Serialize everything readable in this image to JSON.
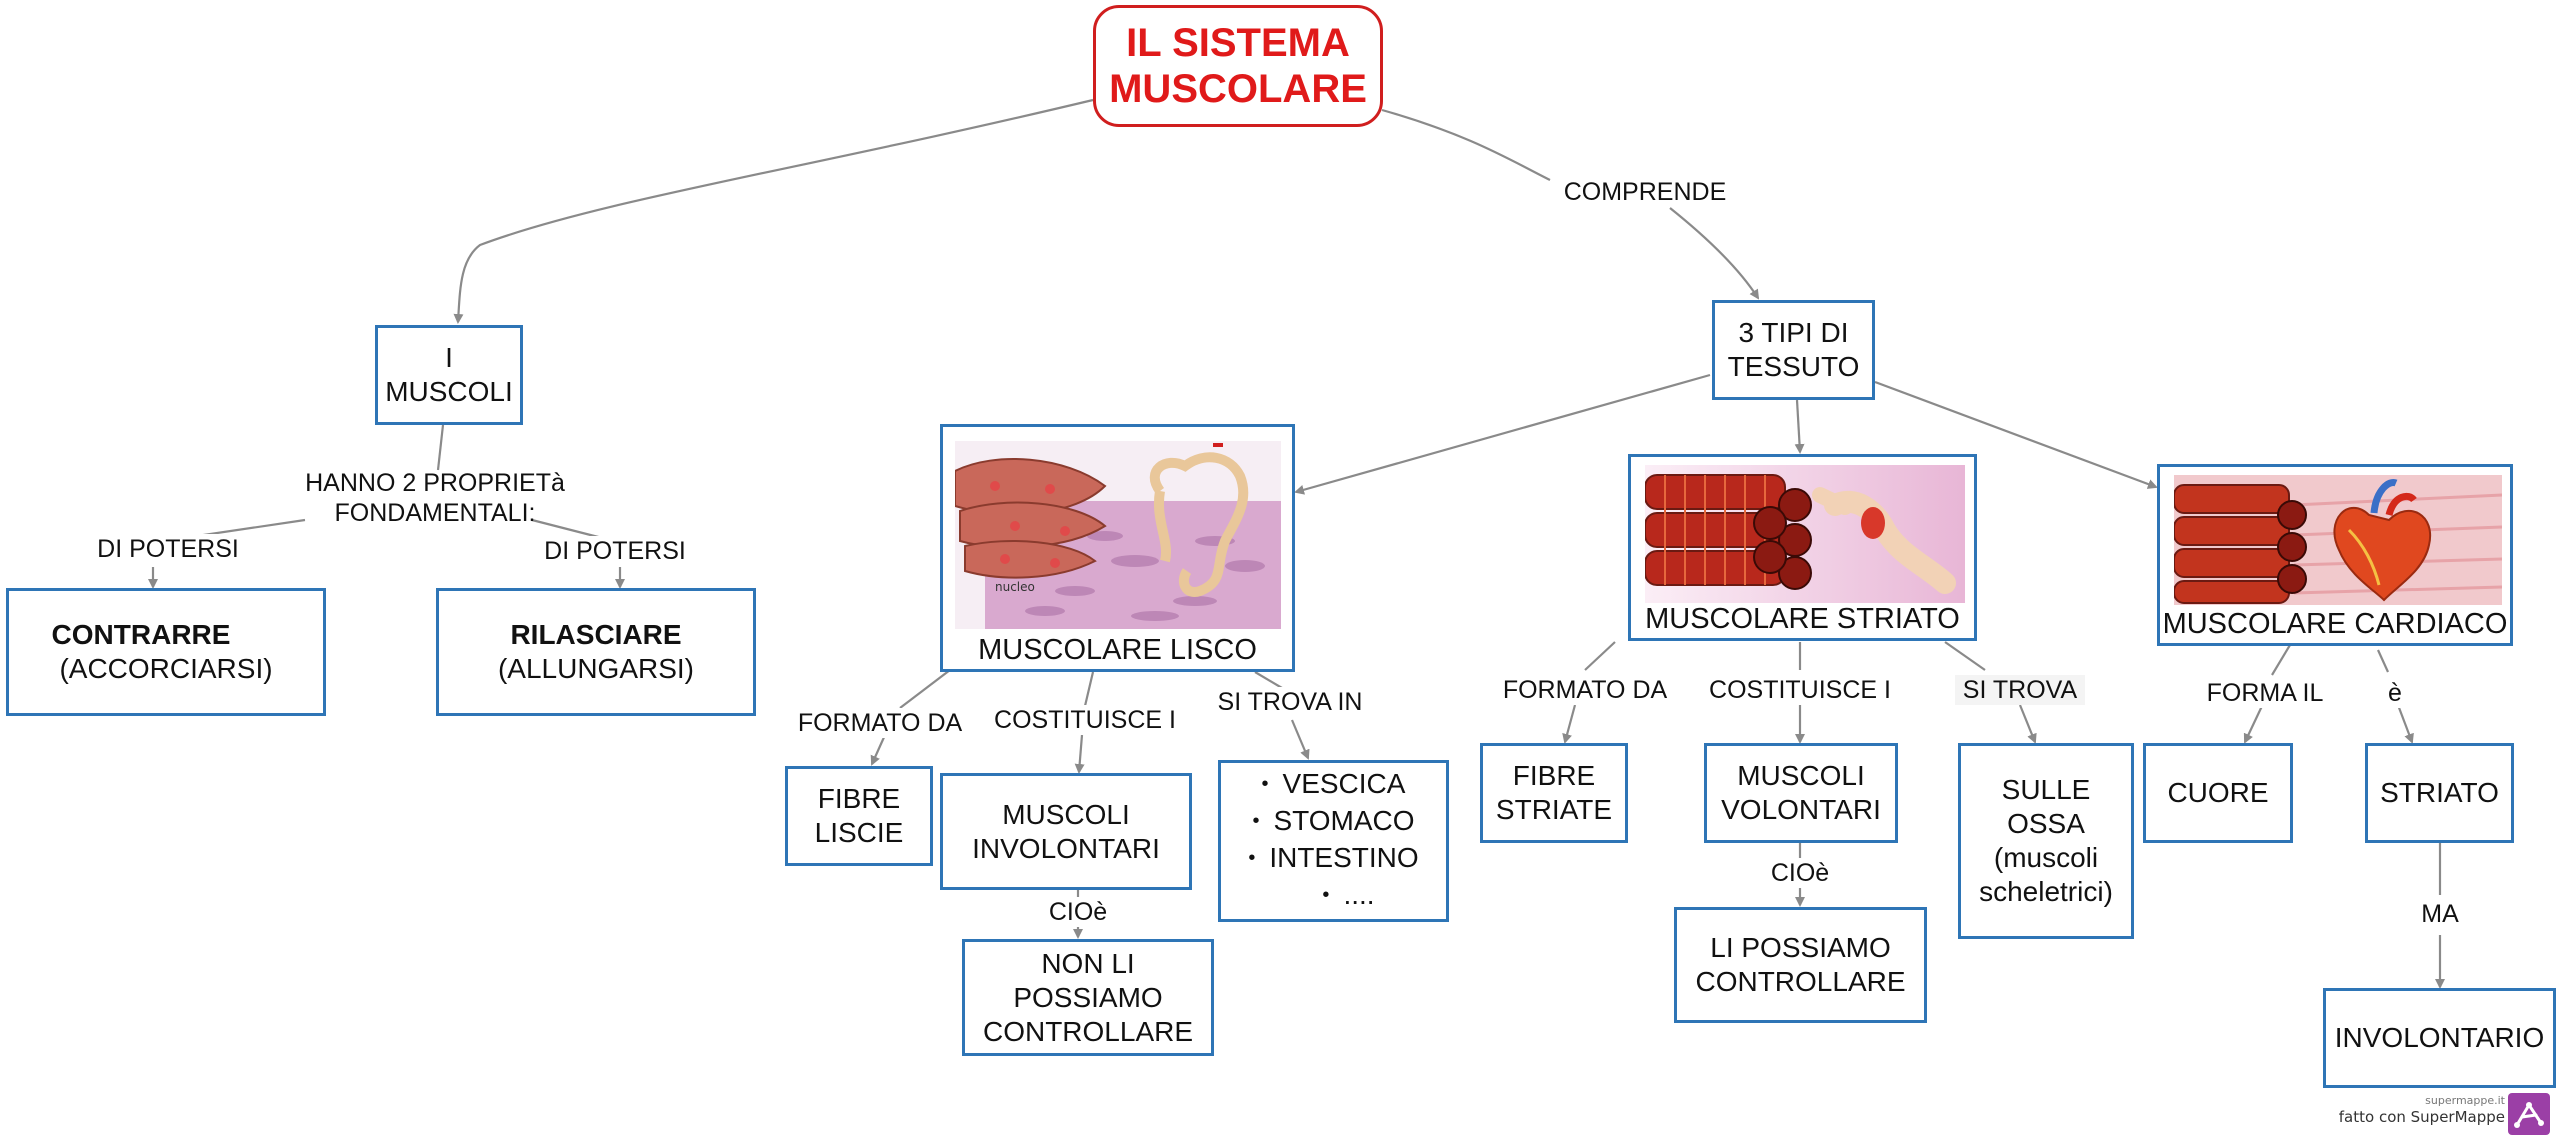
{
  "title": {
    "line1": "IL SISTEMA",
    "line2": "MUSCOLARE"
  },
  "nodes": {
    "muscoli": {
      "line1": "I",
      "line2": "MUSCOLI"
    },
    "contrarre": {
      "word": "CONTRARRE",
      "paren": "(ACCORCIARSI)"
    },
    "rilasciare": {
      "word": "RILASCIARE",
      "paren": "(ALLUNGARSI)"
    },
    "tessuto": {
      "line1": "3 TIPI DI",
      "line2": "TESSUTO"
    },
    "liscio": {
      "caption": "MUSCOLARE LISCO",
      "image_label": "nucleo"
    },
    "striato": {
      "caption": "MUSCOLARE STRIATO"
    },
    "cardiaco": {
      "caption": "MUSCOLARE CARDIACO"
    },
    "fibre_lisce": {
      "line1": "FIBRE",
      "line2": "LISCIE"
    },
    "muscoli_involontari": {
      "line1": "MUSCOLI",
      "line2": "INVOLONTARI"
    },
    "non_controllare": {
      "line1": "NON LI",
      "line2": "POSSIAMO",
      "line3": "CONTROLLARE"
    },
    "luoghi": {
      "items": [
        "VESCICA",
        "STOMACO",
        "INTESTINO",
        "...."
      ]
    },
    "fibre_striate": {
      "line1": "FIBRE",
      "line2": "STRIATE"
    },
    "muscoli_volontari": {
      "line1": "MUSCOLI",
      "line2": "VOLONTARI"
    },
    "controllare": {
      "line1": "LI POSSIAMO",
      "line2": "CONTROLLARE"
    },
    "ossa": {
      "line1": "SULLE",
      "line2": "OSSA",
      "line3": "(muscoli",
      "line4": "scheletrici)"
    },
    "cuore": {
      "text": "CUORE"
    },
    "striato_card": {
      "text": "STRIATO"
    },
    "involontario": {
      "text": "INVOLONTARIO"
    }
  },
  "labels": {
    "comprende": "COMPRENDE",
    "hanno_line1": "HANNO 2 PROPRIETà",
    "hanno_line2": "FONDAMENTALI:",
    "di_potersi_left": "DI POTERSI",
    "di_potersi_right": "DI POTERSI",
    "formato_da_liscio": "FORMATO DA",
    "costituisce_liscio": "COSTITUISCE I",
    "si_trova_in": "SI TROVA IN",
    "cioe_liscio": "CIOè",
    "formato_da_striato": "FORMATO DA",
    "costituisce_striato": "COSTITUISCE I",
    "si_trova": "SI TROVA",
    "cioe_striato": "CIOè",
    "forma_il": "FORMA IL",
    "e": "è",
    "ma": "MA"
  },
  "credit": {
    "site": "supermappe.it",
    "text": "fatto con SuperMappe"
  },
  "colors": {
    "title": "#e01a1a",
    "box_border": "#2e75b6",
    "title_border": "#d01e1e",
    "connector": "#8a8a8a",
    "logo": "#9b3fa6"
  }
}
